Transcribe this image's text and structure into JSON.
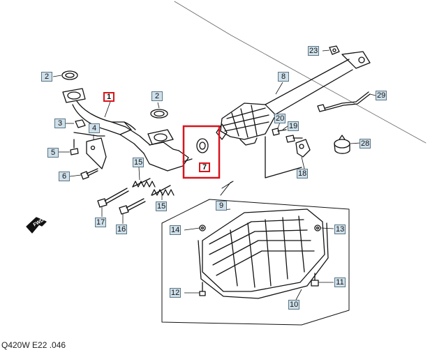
{
  "diagram": {
    "caption": "Q420W E22 .046",
    "fwd_label": "FWD",
    "highlight_color": "#d8141c",
    "label_fill": "#cfe0ea",
    "parts": [
      {
        "id": "1",
        "label": "1",
        "highlighted": true,
        "name": "exhaust-pipe-front"
      },
      {
        "id": "2a",
        "label": "2",
        "highlighted": false,
        "name": "gasket-upper-left"
      },
      {
        "id": "2b",
        "label": "2",
        "highlighted": false,
        "name": "gasket-center"
      },
      {
        "id": "3",
        "label": "3",
        "highlighted": false,
        "name": "nut"
      },
      {
        "id": "4",
        "label": "4",
        "highlighted": false,
        "name": "bracket"
      },
      {
        "id": "5",
        "label": "5",
        "highlighted": false,
        "name": "bolt-5"
      },
      {
        "id": "6",
        "label": "6",
        "highlighted": false,
        "name": "bolt-6"
      },
      {
        "id": "7",
        "label": "7",
        "highlighted": true,
        "name": "seal-ring"
      },
      {
        "id": "8",
        "label": "8",
        "highlighted": false,
        "name": "catalytic-converter-pipe"
      },
      {
        "id": "9",
        "label": "9",
        "highlighted": false,
        "name": "heat-shield"
      },
      {
        "id": "10",
        "label": "10",
        "highlighted": false,
        "name": "heat-shield-assembly"
      },
      {
        "id": "11",
        "label": "11",
        "highlighted": false,
        "name": "bolt-11"
      },
      {
        "id": "12",
        "label": "12",
        "highlighted": false,
        "name": "bolt-12"
      },
      {
        "id": "13",
        "label": "13",
        "highlighted": false,
        "name": "nut-13"
      },
      {
        "id": "14",
        "label": "14",
        "highlighted": false,
        "name": "nut-14"
      },
      {
        "id": "15a",
        "label": "15",
        "highlighted": false,
        "name": "spring-upper"
      },
      {
        "id": "15b",
        "label": "15",
        "highlighted": false,
        "name": "spring-lower"
      },
      {
        "id": "16",
        "label": "16",
        "highlighted": false,
        "name": "bolt-16"
      },
      {
        "id": "17",
        "label": "17",
        "highlighted": false,
        "name": "bolt-17"
      },
      {
        "id": "18",
        "label": "18",
        "highlighted": false,
        "name": "bracket-18"
      },
      {
        "id": "19",
        "label": "19",
        "highlighted": false,
        "name": "bolt-19"
      },
      {
        "id": "20",
        "label": "20",
        "highlighted": false,
        "name": "bolt-20"
      },
      {
        "id": "23",
        "label": "23",
        "highlighted": false,
        "name": "nut-23"
      },
      {
        "id": "28",
        "label": "28",
        "highlighted": false,
        "name": "rubber-mount"
      },
      {
        "id": "29",
        "label": "29",
        "highlighted": false,
        "name": "oxygen-sensor"
      }
    ]
  }
}
